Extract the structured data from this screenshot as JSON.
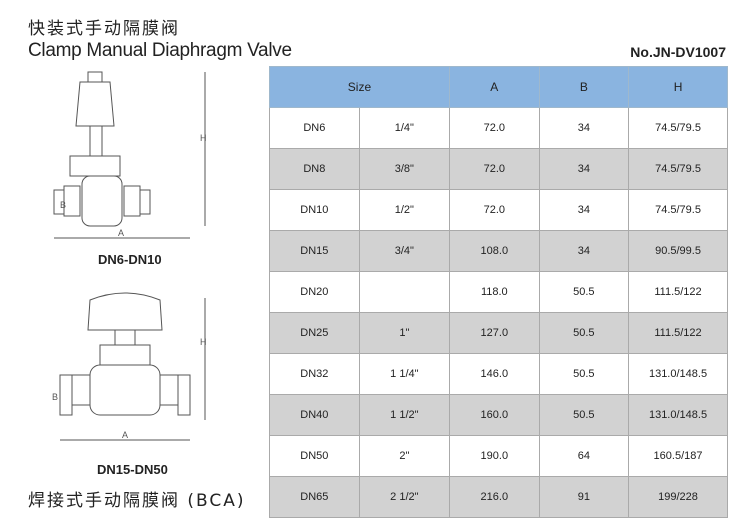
{
  "title_cn": "快装式手动隔膜阀",
  "title_en": "Clamp Manual Diaphragm Valve",
  "model_no": "No.JN-DV1007",
  "drawings": [
    {
      "label": "DN6-DN10",
      "dims": [
        "A",
        "B",
        "H"
      ]
    },
    {
      "label": "DN15-DN50",
      "dims": [
        "A",
        "B",
        "H"
      ]
    }
  ],
  "next_section_cn": "焊接式手动隔膜阀 (BCA)",
  "table": {
    "headers": [
      "Size",
      "A",
      "B",
      "H"
    ],
    "rows": [
      [
        "DN6",
        "1/4\"",
        "72.0",
        "34",
        "74.5/79.5"
      ],
      [
        "DN8",
        "3/8\"",
        "72.0",
        "34",
        "74.5/79.5"
      ],
      [
        "DN10",
        "1/2\"",
        "72.0",
        "34",
        "74.5/79.5"
      ],
      [
        "DN15",
        "3/4\"",
        "108.0",
        "34",
        "90.5/99.5"
      ],
      [
        "DN20",
        "",
        "118.0",
        "50.5",
        "111.5/122"
      ],
      [
        "DN25",
        "1\"",
        "127.0",
        "50.5",
        "111.5/122"
      ],
      [
        "DN32",
        "1 1/4\"",
        "146.0",
        "50.5",
        "131.0/148.5"
      ],
      [
        "DN40",
        "1 1/2\"",
        "160.0",
        "50.5",
        "131.0/148.5"
      ],
      [
        "DN50",
        "2\"",
        "190.0",
        "64",
        "160.5/187"
      ],
      [
        "DN65",
        "2 1/2\"",
        "216.0",
        "91",
        "199/228"
      ]
    ]
  }
}
